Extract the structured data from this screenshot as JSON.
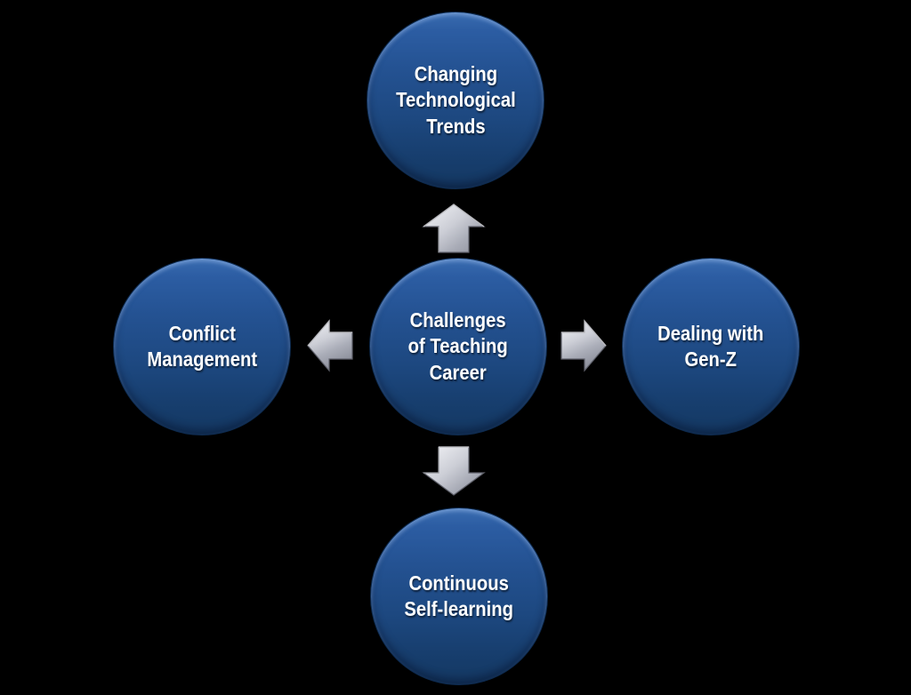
{
  "diagram": {
    "type": "radial-cycle-smartart",
    "background_color": "#000000",
    "node_fill_top": "#3a6cb0",
    "node_fill_bottom": "#143862",
    "node_border_color": "#0d2a4e",
    "node_text_color": "#ffffff",
    "arrow_fill_light": "#f4f5f8",
    "arrow_fill_dark": "#8d909c",
    "arrow_edge_color": "#5f616b"
  },
  "nodes": {
    "center": {
      "label": "Challenges\nof Teaching\nCareer"
    },
    "top": {
      "label": "Changing\nTechnological\nTrends"
    },
    "right": {
      "label": "Dealing with\nGen-Z"
    },
    "bottom": {
      "label": "Continuous\nSelf-learning"
    },
    "left": {
      "label": "Conflict\nManagement"
    }
  },
  "arrows": {
    "up": {
      "direction": "up",
      "from": "center",
      "to": "top"
    },
    "right": {
      "direction": "right",
      "from": "center",
      "to": "right"
    },
    "down": {
      "direction": "down",
      "from": "center",
      "to": "bottom"
    },
    "left": {
      "direction": "left",
      "from": "center",
      "to": "left"
    }
  }
}
